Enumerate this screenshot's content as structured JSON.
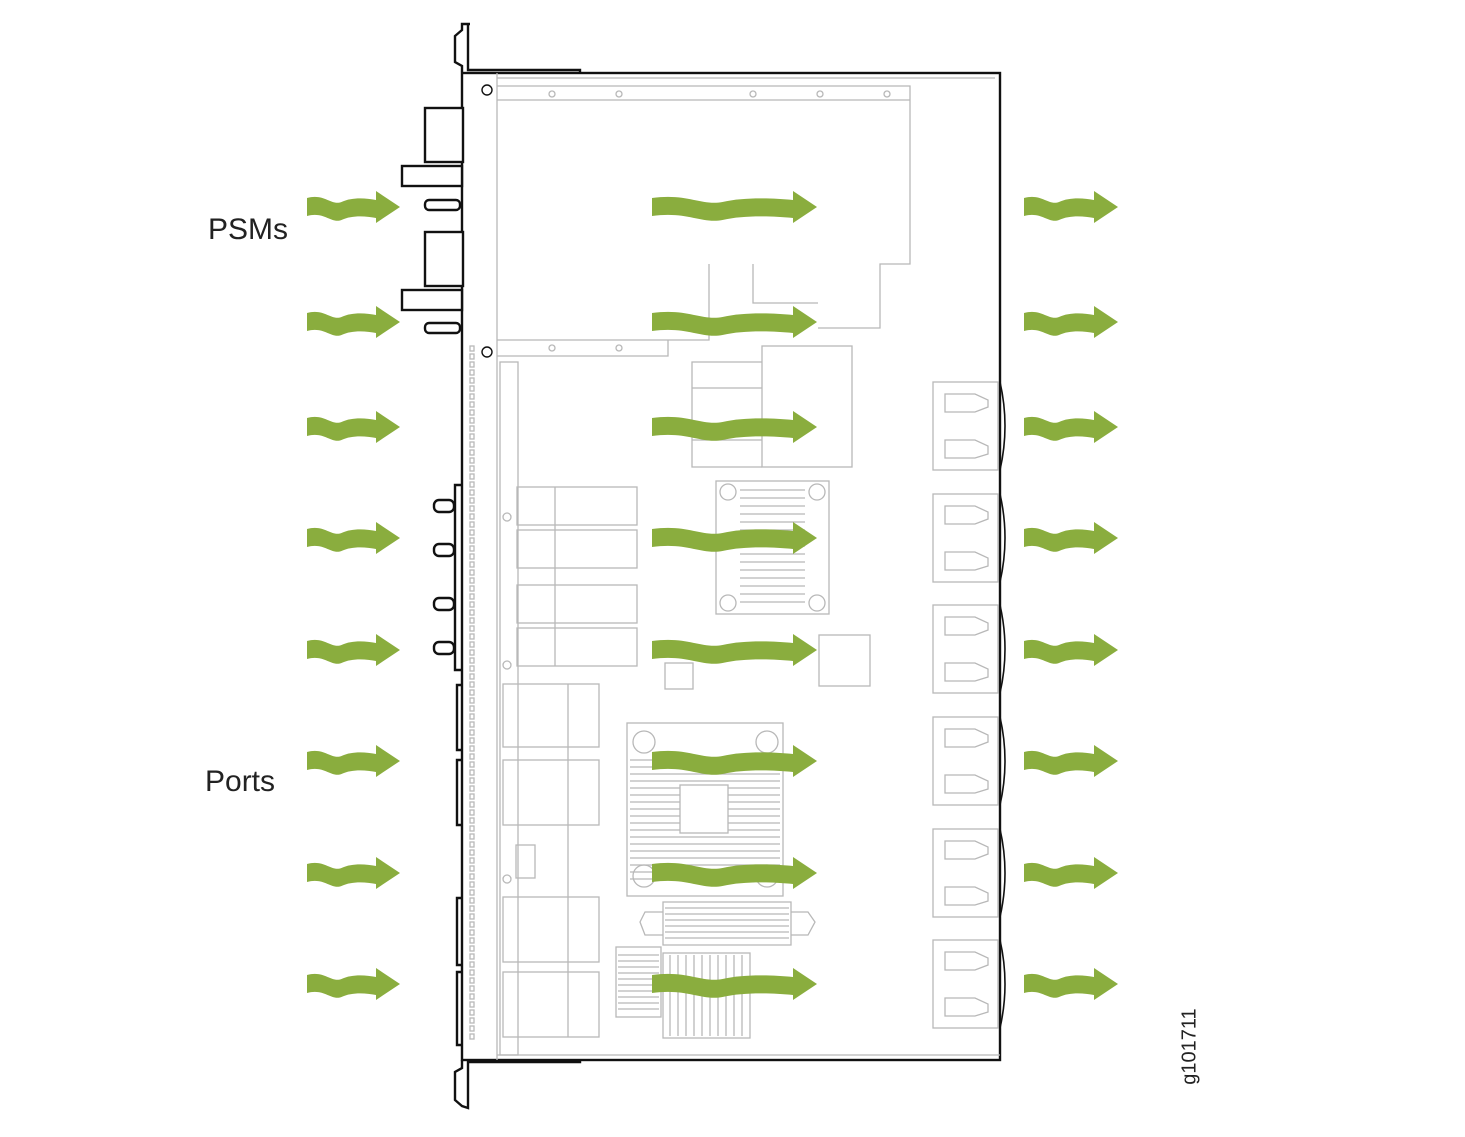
{
  "labels": {
    "psms": "PSMs",
    "ports": "Ports"
  },
  "figure_id": "g101711",
  "colors": {
    "airflow_arrow": "#8aad3e",
    "outline": "#111111",
    "component": "#b8b8b8"
  },
  "airflow": {
    "direction": "front-to-back",
    "rows": 8,
    "columns": [
      "intake",
      "internal",
      "exhaust"
    ]
  }
}
